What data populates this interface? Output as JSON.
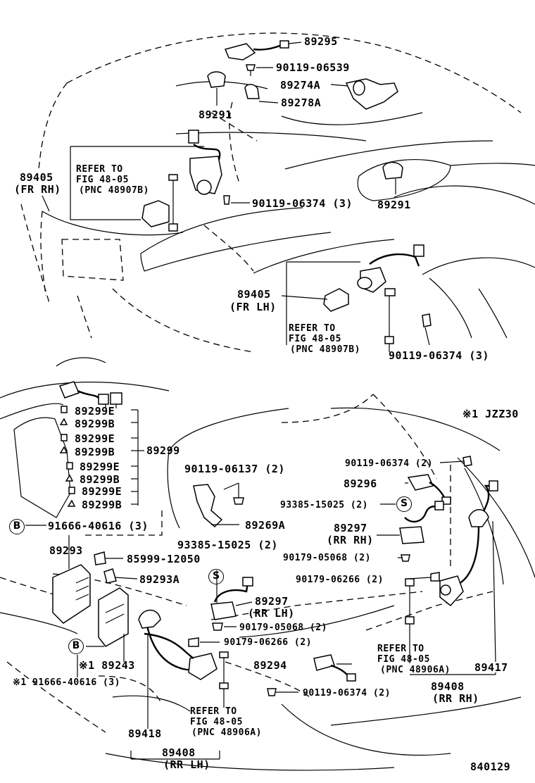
{
  "labels": {
    "p89295": "89295",
    "p90119_06539": "90119-06539",
    "p89274A": "89274A",
    "p89278A": "89278A",
    "p89291a": "89291",
    "p89291b": "89291",
    "p89405rh": "89405",
    "fr_rh": "(FR RH)",
    "ref1_l1": "REFER TO",
    "ref1_l2": "FIG 48-05",
    "ref1_l3": "(PNC 48907B)",
    "p90119_06374a": "90119-06374 (3)",
    "p89405lh": "89405",
    "fr_lh": "(FR LH)",
    "ref2_l1": "REFER TO",
    "ref2_l2": "FIG 48-05",
    "ref2_l3": "(PNC 48907B)",
    "p90119_06374b": "90119-06374 (3)",
    "note_jzz30": "※1 JZZ30",
    "p89299E_1": "89299E",
    "p89299B_1": "89299B",
    "p89299E_2": "89299E",
    "p89299B_2": "89299B",
    "p89299E_3": "89299E",
    "p89299B_3": "89299B",
    "p89299E_4": "89299E",
    "p89299B_4": "89299B",
    "p89299": "89299",
    "circle_b": "B",
    "p91666_40616a": "91666-40616 (3)",
    "p90119_06137": "90119-06137 (2)",
    "p89269A": "89269A",
    "p93385_15025a": "93385-15025 (2)",
    "p89293": "89293",
    "p85999_12050": "85999-12050",
    "p89293A": "89293A",
    "circle_s": "S",
    "p89297lh": "89297",
    "rr_lh_a": "(RR LH)",
    "p90179_05068a": "90179-05068 (2)",
    "p90179_06266a": "90179-06266 (2)",
    "p89243": "※1 89243",
    "p91666_40616b": "※1 91666-40616 (3)",
    "p89294": "89294",
    "p90119_06374c": "90119-06374 (2)",
    "ref3_l1": "REFER TO",
    "ref3_l2": "FIG 48-05",
    "ref3_l3": "(PNC 48906A)",
    "p89418": "89418",
    "p89408lh": "89408",
    "rr_lh_b": "(RR LH)",
    "p90119_06374d": "90119-06374 (2)",
    "p89296": "89296",
    "p93385_15025b": "93385-15025 (2)",
    "p89297rh": "89297",
    "rr_rh_a": "(RR RH)",
    "p90179_05068b": "90179-05068 (2)",
    "p90179_06266b": "90179-06266 (2)",
    "ref4_l1": "REFER TO",
    "ref4_l2": "FIG 48-05",
    "ref4_l3": "(PNC 48906A)",
    "p89417": "89417",
    "p89408rh": "89408",
    "rr_rh_b": "(RR RH)",
    "fig_number": "840129"
  }
}
